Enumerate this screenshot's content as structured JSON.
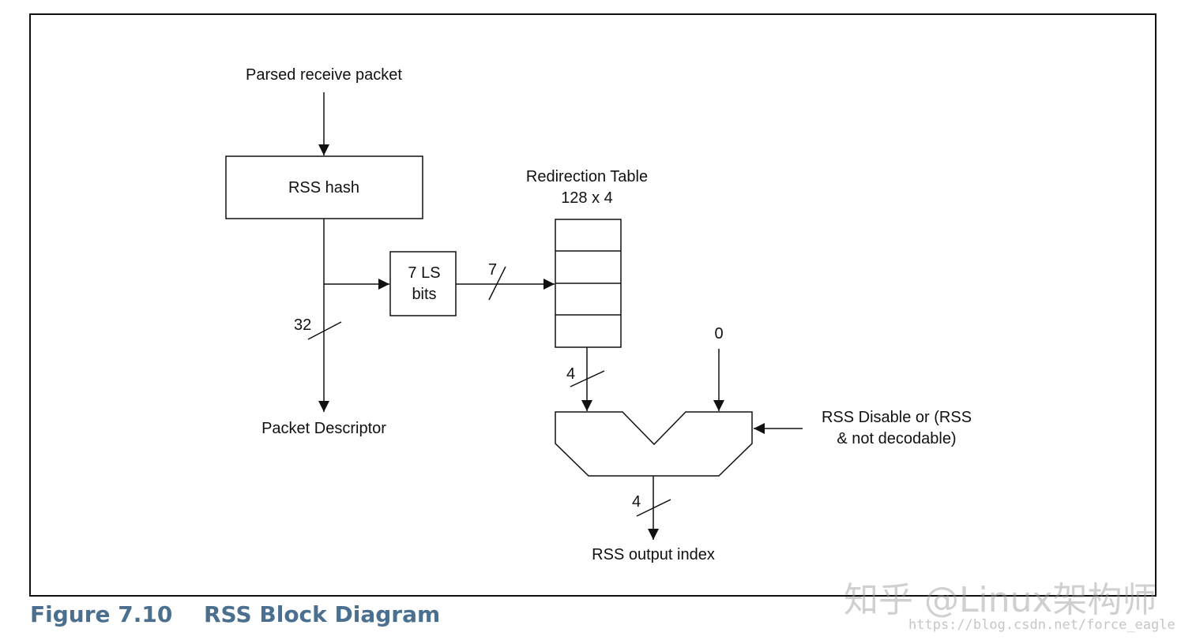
{
  "diagram": {
    "input_label": "Parsed receive packet",
    "hash_box": "RSS hash",
    "ls_bits": [
      "7 LS",
      "bits"
    ],
    "bus_width_7": "7",
    "bus_width_32": "32",
    "descriptor_label": "Packet Descriptor",
    "redirection_table": [
      "Redirection Table",
      "128 x 4"
    ],
    "bus_width_4_table": "4",
    "zero_input": "0",
    "disable_label": [
      "RSS Disable or (RSS",
      "& not decodable)"
    ],
    "bus_width_4_out": "4",
    "output_label": "RSS output index"
  },
  "caption": {
    "number": "Figure 7.10",
    "title": "RSS Block Diagram"
  },
  "watermark": {
    "brand": "知乎 @Linux架构师",
    "url": "https://blog.csdn.net/force_eagle"
  }
}
